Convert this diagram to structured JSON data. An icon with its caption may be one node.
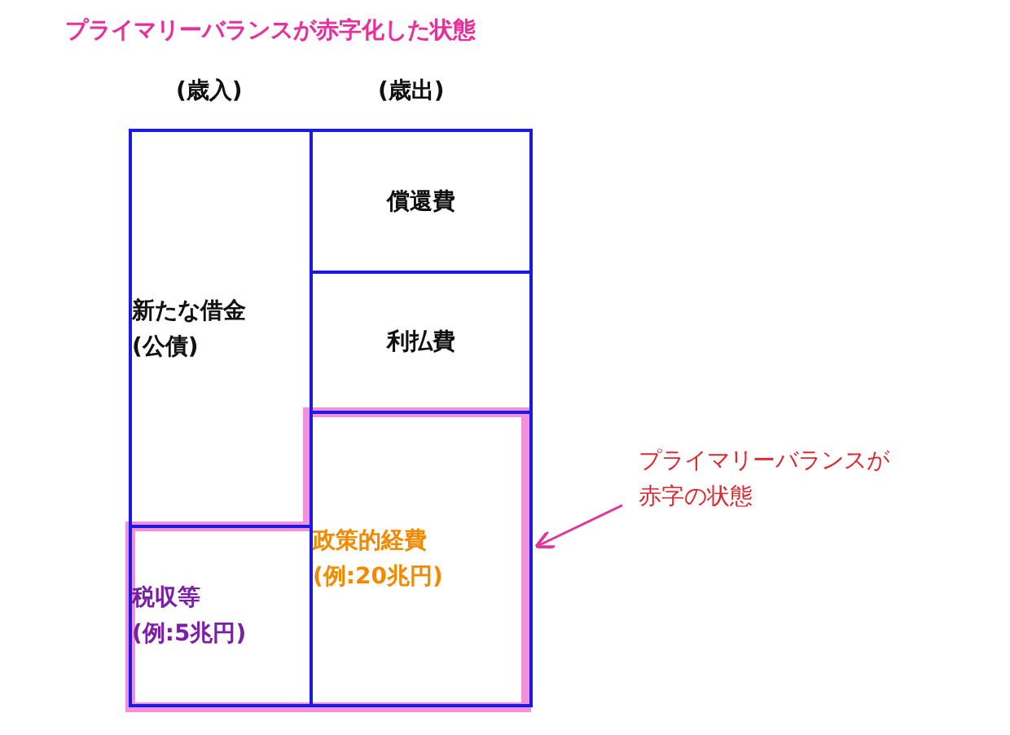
{
  "diagram": {
    "title": "プライマリーバランスが赤字化した状態",
    "nodes": [
      {
        "text": [
          "新たな借金 (公債)"
        ]
      },
      {
        "text": [
          "税収等 (例:5兆円)"
        ]
      },
      {
        "text": [
          "償還費"
        ]
      },
      {
        "text": [
          "利払費"
        ]
      },
      {
        "text": [
          "政策的経費 (例:20兆円)"
        ]
      },
      {
        "text": [
          "プライマリーバランスが赤字の状態"
        ]
      }
    ],
    "edges": [
      {
        "from": 5,
        "to": 4,
        "arrow": "to"
      }
    ],
    "labels": [
      "(歳入)",
      "(歳出)"
    ]
  }
}
